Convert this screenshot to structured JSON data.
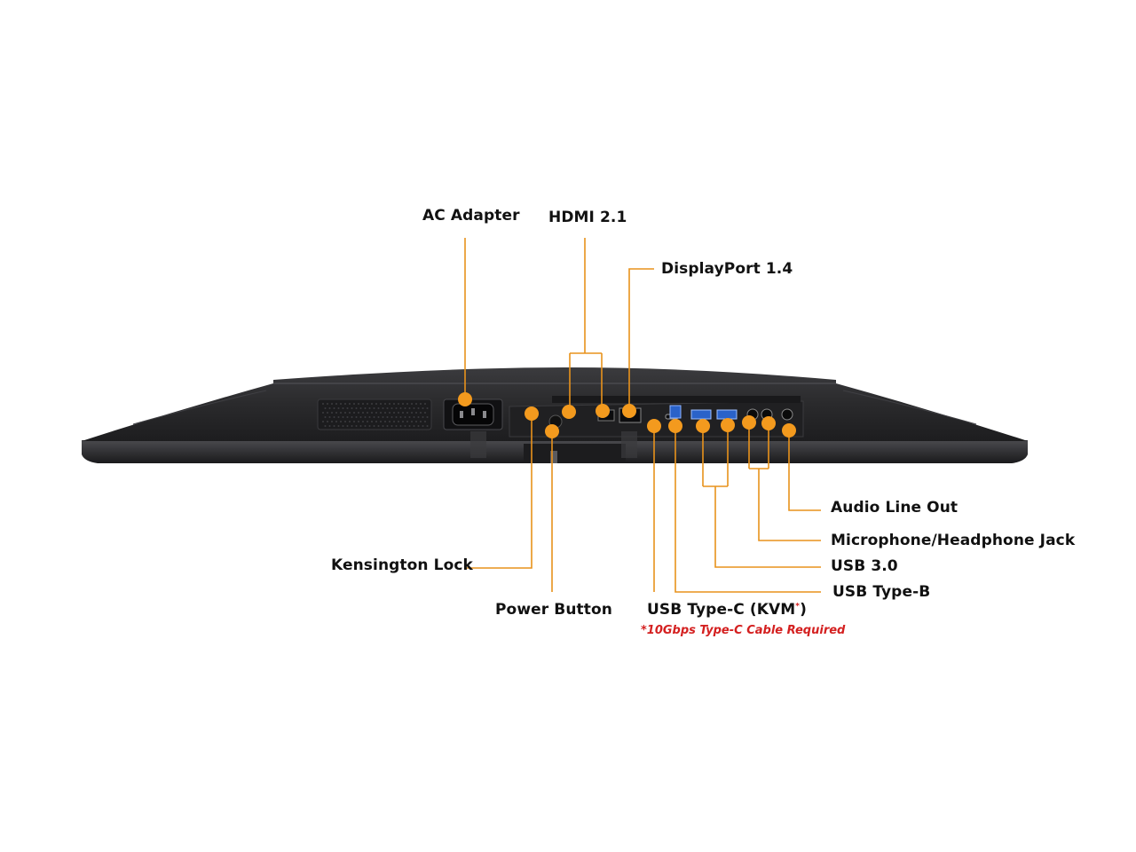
{
  "labels": {
    "ac_adapter": "AC Adapter",
    "hdmi": "HDMI 2.1",
    "displayport": "DisplayPort 1.4",
    "kensington": "Kensington Lock",
    "power_button": "Power Button",
    "usb_c": "USB Type-C (KVM",
    "usb_c_close": ")",
    "asterisk": "*",
    "audio_out": "Audio Line Out",
    "mic_jack": "Microphone/Headphone Jack",
    "usb30": "USB 3.0",
    "usb_b": "USB Type-B"
  },
  "footnote": "*10Gbps Type-C Cable Required",
  "colors": {
    "callout": "#F39A1E",
    "callout_line": "#E8921C",
    "footnote": "#D42020",
    "label": "#111111",
    "monitor_body": "#2A2A2C",
    "monitor_edge": "#3A3A3D"
  }
}
